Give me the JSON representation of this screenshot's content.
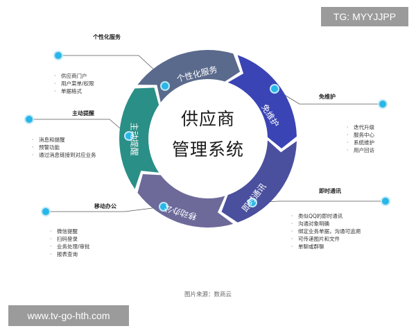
{
  "center_title": [
    "供应商",
    "管理系统"
  ],
  "segments": [
    {
      "label": "个性化服务",
      "color": "#5a6a8c"
    },
    {
      "label": "免维护",
      "color": "#3a44b4"
    },
    {
      "label": "即时通讯",
      "color": "#4a4f9e"
    },
    {
      "label": "移动办公",
      "color": "#6d6a9a"
    },
    {
      "label": "主动提醒",
      "color": "#2a8f86"
    }
  ],
  "features": [
    {
      "title": "个性化服务",
      "items": [
        "供应商门户",
        "用户菜单/权限",
        "单据格式"
      ]
    },
    {
      "title": "免维护",
      "items": [
        "迭代升级",
        "服务中心",
        "系统维护",
        "用户回访"
      ]
    },
    {
      "title": "即时通讯",
      "items": [
        "类似QQ的即时通讯",
        "沟通对象明确",
        "绑定业务单据，沟通可追溯",
        "可传递图片和文件",
        "单聊或群聊"
      ]
    },
    {
      "title": "移动办公",
      "items": [
        "微信提醒",
        "扫码登录",
        "业务处理/审批",
        "报表查询"
      ]
    },
    {
      "title": "主动提醒",
      "items": [
        "消息和提醒",
        "预警功能",
        "通过消息链接到对应业务"
      ]
    }
  ],
  "caption": "图片来源：数商云",
  "watermark_top": "TG: MYYJJPP",
  "watermark_bottom": "www.tv-go-hth.com",
  "colors": {
    "dot": "#29b6e8",
    "connector": "#555555"
  }
}
